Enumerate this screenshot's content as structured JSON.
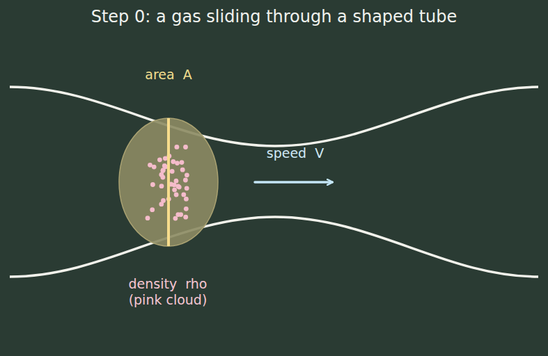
{
  "diagram": {
    "title": "Step 0: a gas sliding through a shaped tube",
    "labels": [
      "area  A",
      "speed  V",
      "density  rho (pink cloud)"
    ]
  }
}
